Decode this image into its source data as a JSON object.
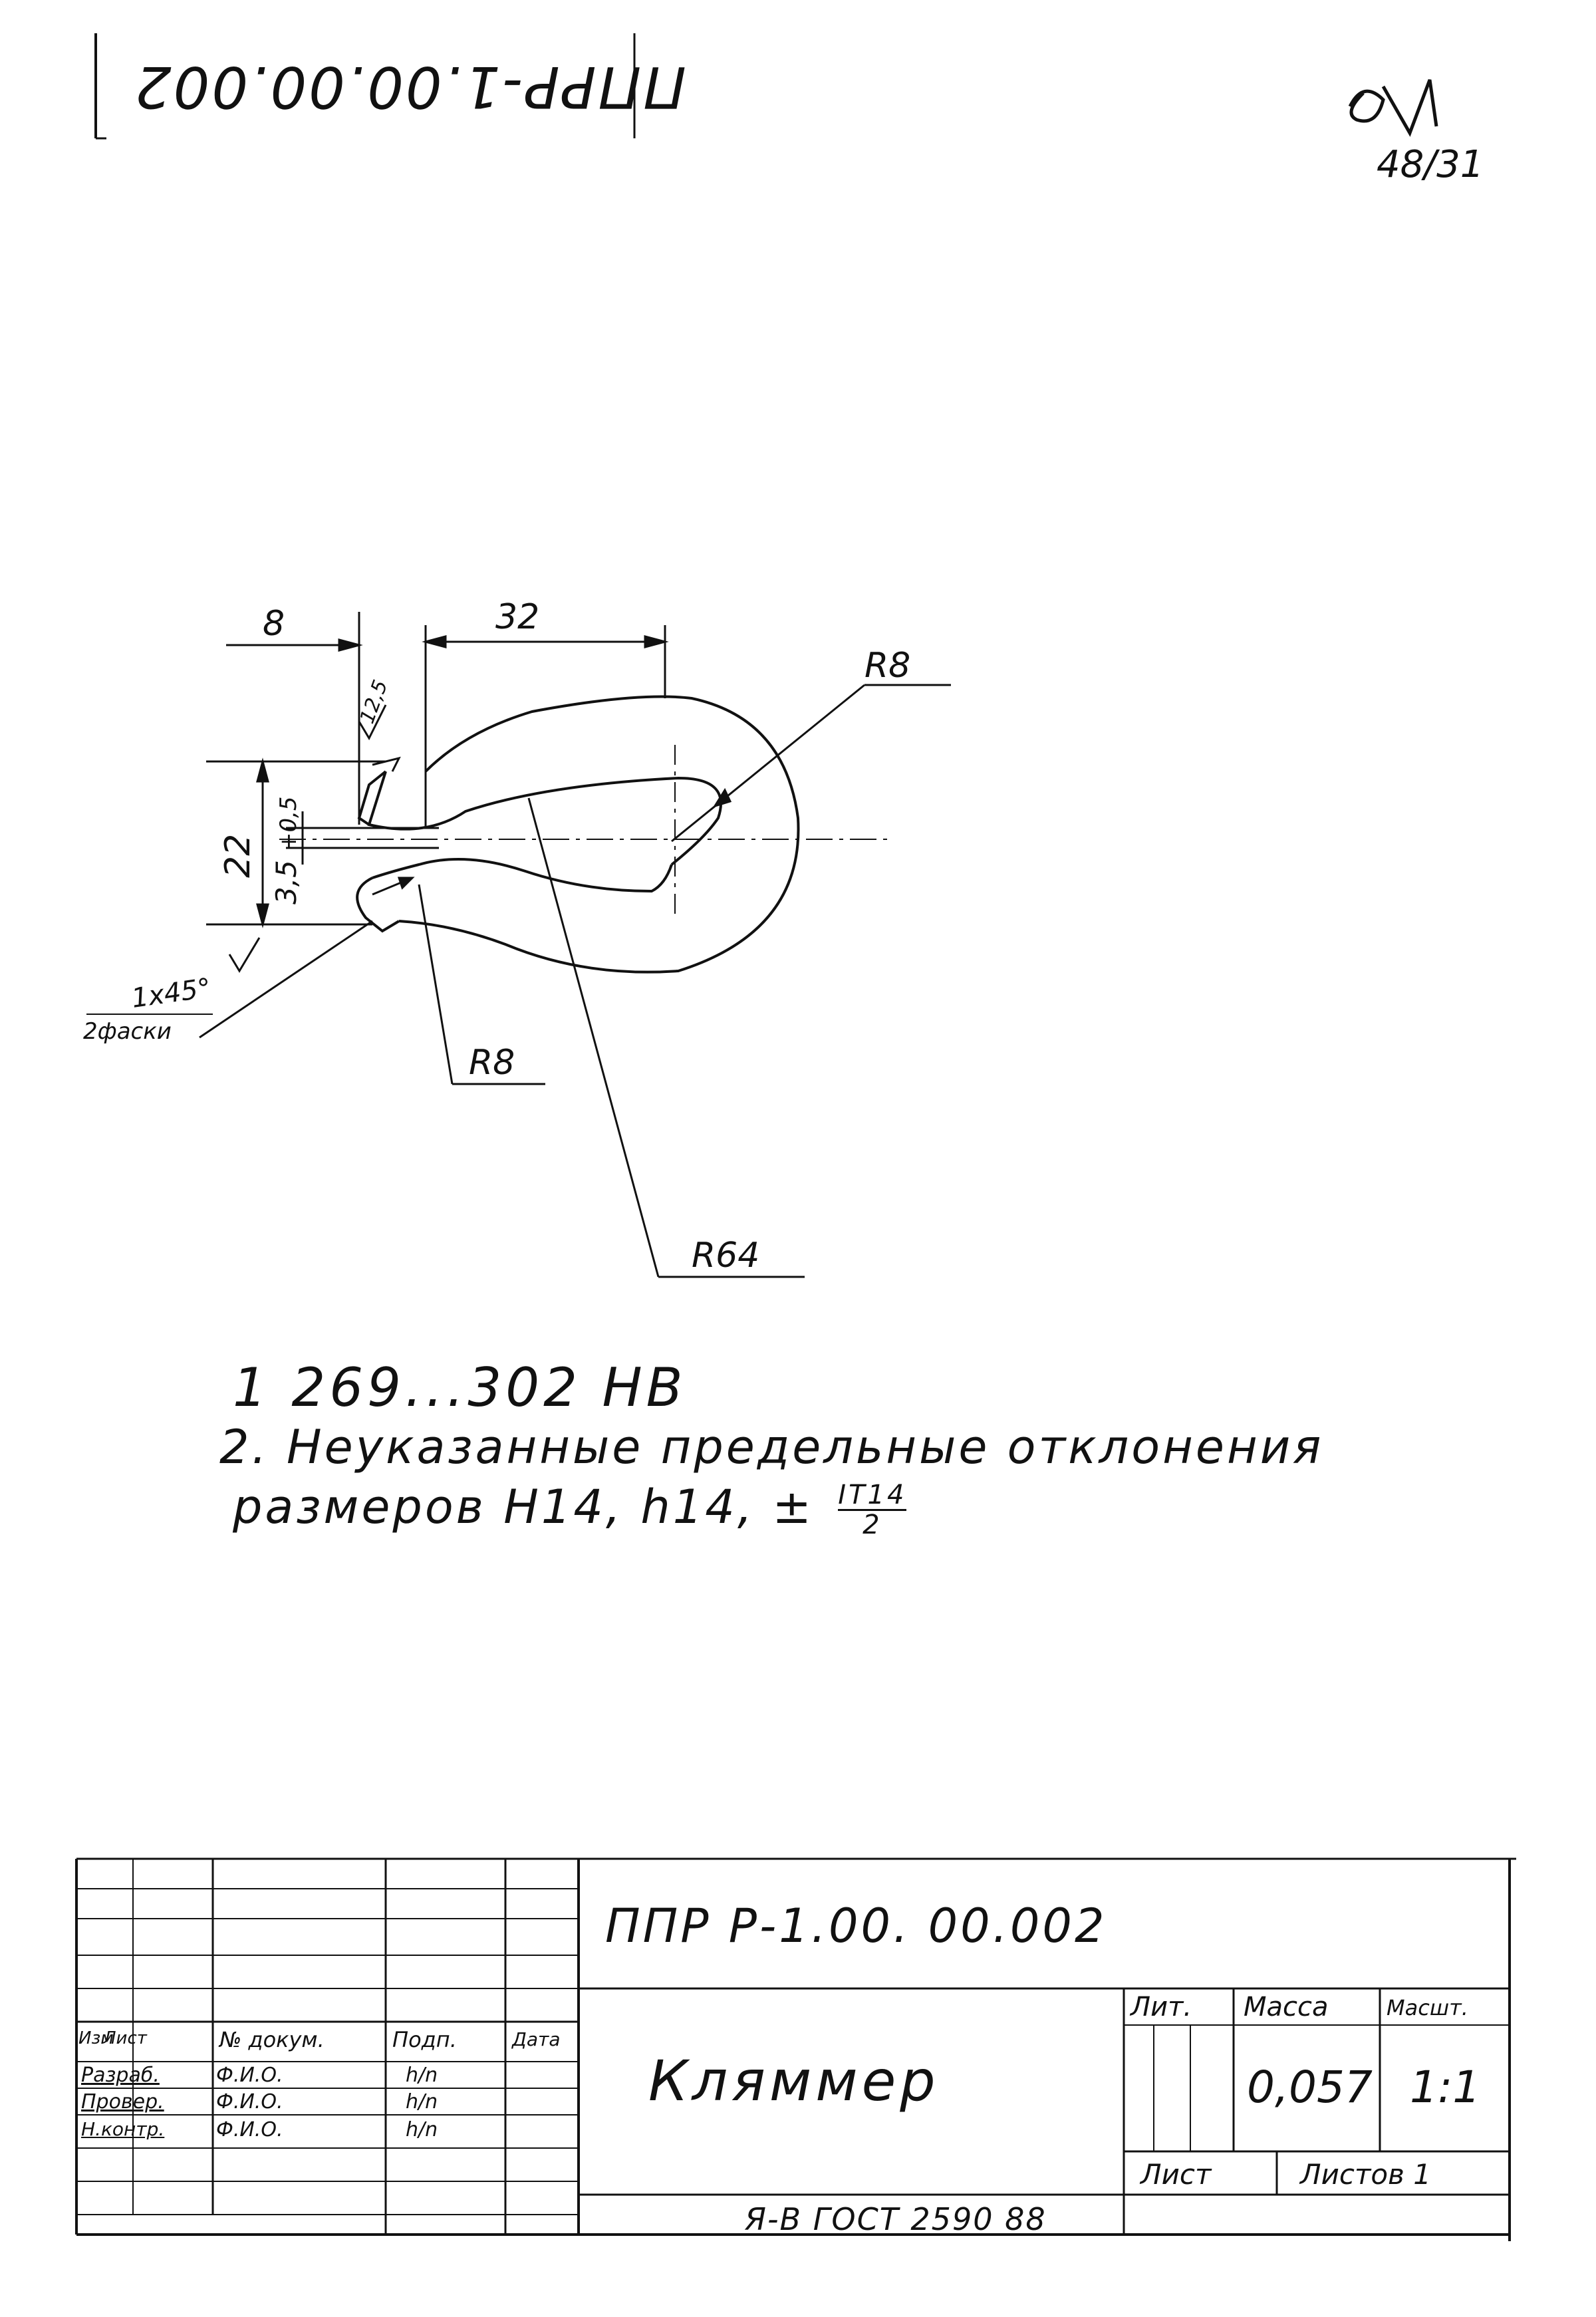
{
  "stamp": {
    "designation_upside_down": "ППРР-1.00.00.002"
  },
  "corner_mark": {
    "code": "48/31"
  },
  "drawing": {
    "dim_left": "8",
    "dim_top": "32",
    "dim_gap": "3,5",
    "dim_gap_tol": "+0,5",
    "dim_height": "22",
    "radius_outer": "R8",
    "radius_inner": "R8",
    "radius_large": "R64",
    "chamfer": "1x45°",
    "chamfer_note": "2фаски",
    "roughness_left": "12,5"
  },
  "notes": {
    "line1": "1  269...302 HB",
    "line2": "2. Неуказанные предельные отклонения",
    "line3_prefix": "размеров  H14, h14, ±",
    "line3_frac_num": "IT14",
    "line3_frac_den": "2"
  },
  "title_block": {
    "designation": "ППР Р-1.00. 00.002",
    "part_name": "Кляммер",
    "header_izm": "Изм",
    "header_list": "Лист",
    "header_doc": "№ докум.",
    "header_sign": "Подп.",
    "header_date": "Дата",
    "row1_role": "Разраб.",
    "row1_name": "Ф.И.О.",
    "row1_sign": "h/n",
    "row2_role": "Провер.",
    "row2_name": "Ф.И.О.",
    "row2_sign": "h/n",
    "row3_role": "Н.контр.",
    "row3_name": "Ф.И.О.",
    "row3_sign": "h/n",
    "lit_label": "Лит.",
    "mass_label": "Масса",
    "scale_label": "Масшт.",
    "mass_value": "0,057",
    "scale_value": "1:1",
    "sheet_label": "Лист",
    "sheets_label": "Листов 1",
    "material": "Я-В ГОСТ 2590 88"
  }
}
